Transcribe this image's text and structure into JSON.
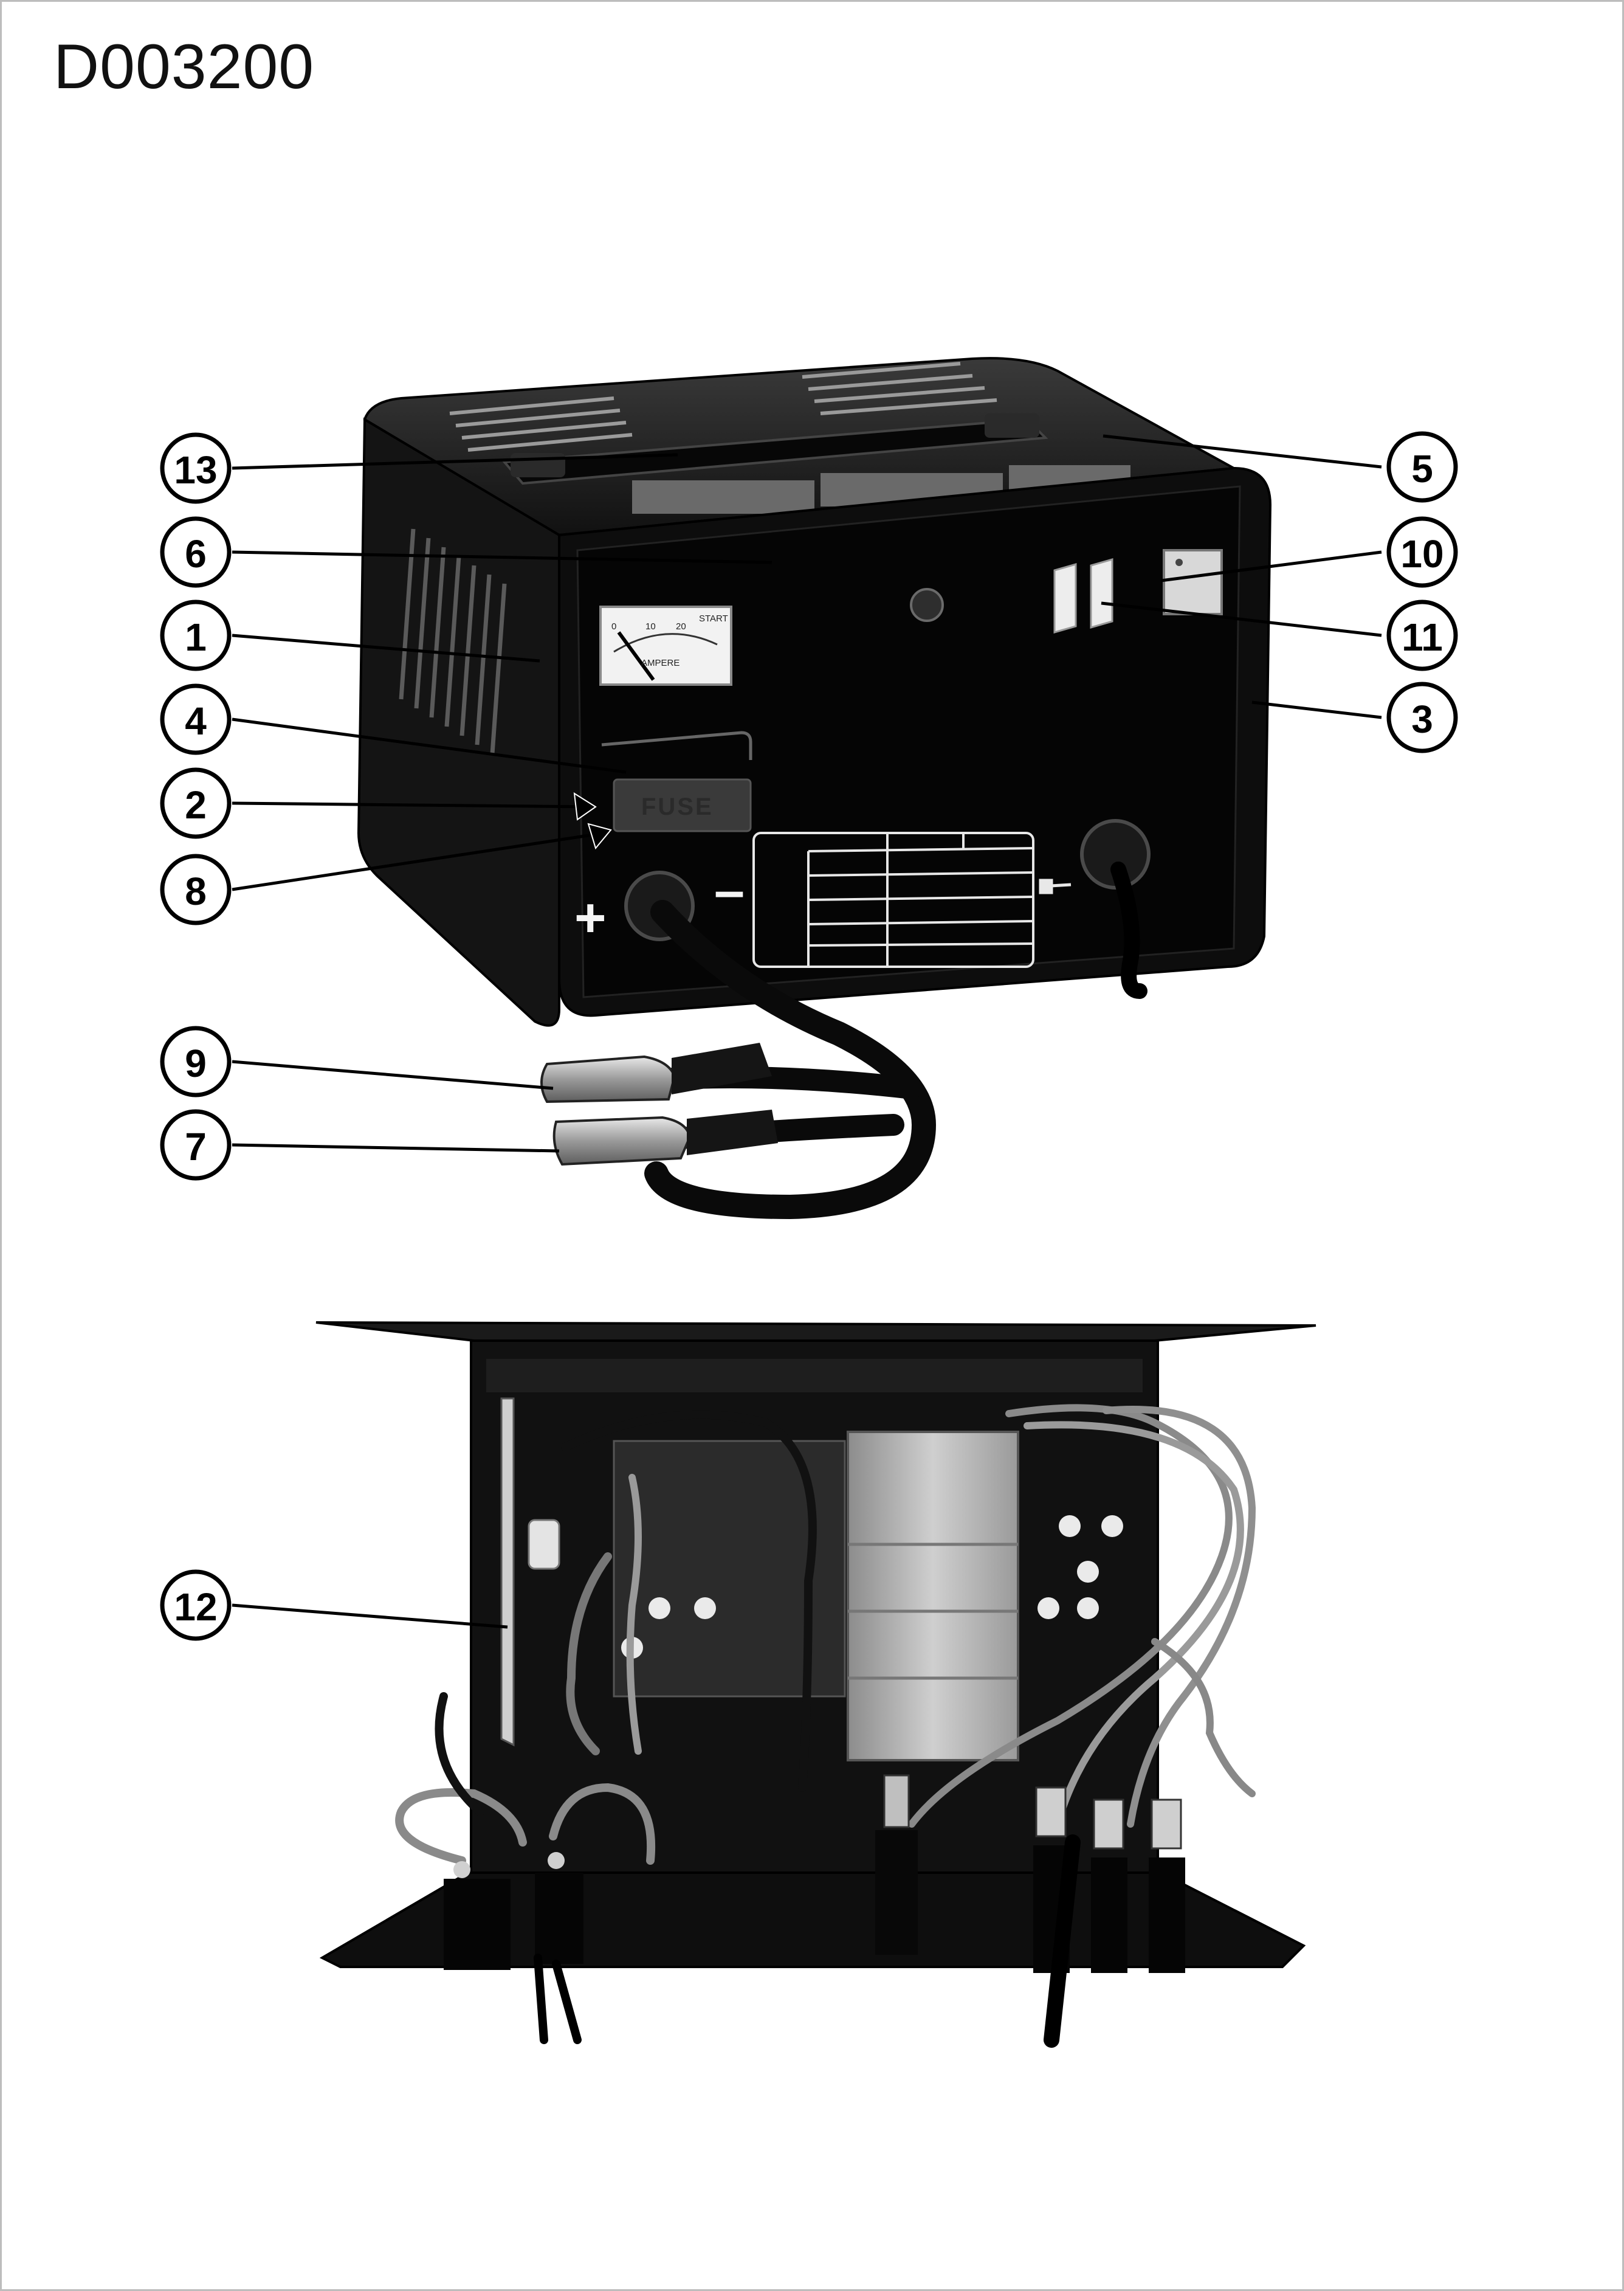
{
  "document": {
    "code": "D003200"
  },
  "meter": {
    "scale": [
      "0",
      "10",
      "20",
      "START"
    ],
    "unit": "AMPERE"
  },
  "panel": {
    "fuse_label": "FUSE",
    "plus_sign": "+",
    "minus_sign": "–"
  },
  "callouts": {
    "c1": "1",
    "c2": "2",
    "c3": "3",
    "c4": "4",
    "c5": "5",
    "c6": "6",
    "c7": "7",
    "c8": "8",
    "c9": "9",
    "c10": "10",
    "c11": "11",
    "c12": "12",
    "c13": "13"
  },
  "colors": {
    "housing": "#0d0d0d",
    "panel": "#050505",
    "steel": "#bfbfbf",
    "line": "#000000"
  }
}
